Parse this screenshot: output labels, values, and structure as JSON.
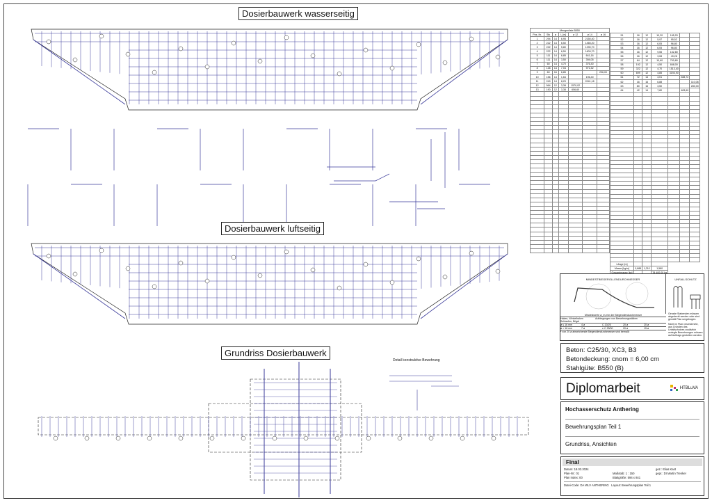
{
  "titles": {
    "view1": "Dosierbauwerk wasserseitig",
    "view2": "Dosierbauwerk luftseitig",
    "view3": "Grundriss Dosierbauwerk",
    "detail": "Detail konstruktive Bewehrung"
  },
  "schedule": {
    "title": "Mengenliste B550",
    "headers": [
      "Pos. Nr.",
      "Stk",
      "ø",
      "L [m]",
      "ø 12",
      "ø 14",
      "ø 16"
    ],
    "rows": [
      [
        "1",
        "294",
        "14",
        "6,95",
        "",
        "2150,40",
        ""
      ],
      [
        "2",
        "222",
        "14",
        "6,50",
        "",
        "1465,20",
        ""
      ],
      [
        "3",
        "222",
        "14",
        "5,80",
        "",
        "1290,70",
        ""
      ],
      [
        "4",
        "222",
        "14",
        "6,50",
        "",
        "1609,70",
        ""
      ],
      [
        "5",
        "111",
        "14",
        "6,85",
        "",
        "641,16",
        ""
      ],
      [
        "6",
        "111",
        "14",
        "3,50",
        "",
        "394,05",
        ""
      ],
      [
        "7",
        "60",
        "14",
        "4,70",
        "",
        "376,40",
        ""
      ],
      [
        "8",
        "138",
        "14",
        "7,04",
        "",
        "971,52",
        ""
      ],
      [
        "9",
        "60",
        "16",
        "6,85",
        "",
        "",
        "296,00"
      ],
      [
        "10",
        "156",
        "14",
        "1,64",
        "",
        "196,40",
        ""
      ],
      [
        "11",
        "249",
        "14",
        "8,29",
        "",
        "2041,18",
        ""
      ],
      [
        "12",
        "564",
        "12",
        "3,38",
        "1570,02",
        "",
        ""
      ],
      [
        "13",
        "190",
        "12",
        "3,38",
        "656,60",
        "",
        ""
      ]
    ],
    "rows2": [
      [
        "51",
        "16",
        "12",
        "10,20",
        "165,20",
        "",
        ""
      ],
      [
        "52",
        "16",
        "12",
        "5,97",
        "95,52",
        "",
        ""
      ],
      [
        "53",
        "16",
        "12",
        "6,05",
        "96,80",
        "",
        ""
      ],
      [
        "54",
        "16",
        "12",
        "6,05",
        "96,80",
        "",
        ""
      ],
      [
        "55",
        "16",
        "12",
        "9,55",
        "152,80",
        "",
        ""
      ],
      [
        "56",
        "16",
        "12",
        "3,08",
        "49,28",
        "",
        ""
      ],
      [
        "57",
        "64",
        "12",
        "10,60",
        "700,80",
        "",
        ""
      ],
      [
        "58",
        "192",
        "12",
        "4,50",
        "848,00",
        "",
        ""
      ],
      [
        "59",
        "322",
        "12",
        "4,70",
        "1513,40",
        "",
        ""
      ],
      [
        "60",
        "699",
        "12",
        "4,85",
        "3194,90",
        "",
        ""
      ],
      [
        "61",
        "72",
        "14",
        "4,01",
        "",
        "288,72",
        ""
      ],
      [
        "62",
        "16",
        "16",
        "6,88",
        "",
        "",
        "110,08"
      ],
      [
        "63",
        "80",
        "16",
        "3,50",
        "",
        "",
        "280,00"
      ],
      [
        "64",
        "42",
        "14",
        "7,80",
        "",
        "483,60",
        ""
      ]
    ],
    "totals": [
      [
        "Länge [m]",
        "",
        "",
        ""
      ],
      [
        "Masse [kg/m]",
        "0,888",
        "1,210",
        "1,580"
      ],
      [
        "Gesamtmasse [kg]",
        "",
        "",
        "78 400,00 kg"
      ]
    ]
  },
  "notes": {
    "heading_left": "MINDESTBIEGEROLLENDURCHMESSER",
    "heading_right": "UNFALLSCHUTZ",
    "table_caption": "Mindestwerte ø_m,min der Biegerollendurchmesser",
    "col1": "Haken, Winkelhaken Schlaufen, Bügel",
    "col2": "Aufbiegungen von Bewehrungsstäben",
    "rows": [
      [
        "ø ≤ 16 mm",
        "4 ø",
        "C 20/25",
        "20 ø",
        "20 ø"
      ],
      [
        "ø > 16 mm",
        "7 ø",
        "≥ C 25/30",
        "20 ø",
        "15 ø"
      ]
    ],
    "footnote": "* von 20 ø abweichende Biegerollendurchmesser sind bemaßt",
    "right_text1": "Gerade Stabenden müssen abgedeckt werden oder sind gemäß Plan umgebogen.",
    "right_text2": "Nicht im Plan verzeichnete, aus Gründen des Unfallschutzes zusätzlich verlegte Bewehrungen müssen auf Auftrags gestoßen werden."
  },
  "materials": {
    "beton": "Beton: C25/30, XC3, B3",
    "deckung": "Betondeckung: cnom = 6,00 cm",
    "stahl": "Stahlgüte: B550 (B)"
  },
  "titleblock": {
    "heading": "Diplomarbeit",
    "logo": "HTBLuVA",
    "project": "Hochasserschutz Anthering",
    "plan": "Bewehrungsplan Teil 1",
    "subtitle": "Grundriss, Ansichten",
    "status": "Final",
    "datum_label": "Datum:",
    "datum": "18.03.2024",
    "plannr_label": "Plan-Nr.:",
    "plannr": "01",
    "index_label": "Plan Index:",
    "index": "00",
    "massstab_label": "Maßstab:",
    "massstab": "1 : 150",
    "format_label": "Blattgröße:",
    "format": "594 x 841",
    "gez_label": "gez.:",
    "gez": "Elias Kast",
    "gepr_label": "gepr.:",
    "gepr": "DI Martin Trenker",
    "code_label": "Datei-Code:",
    "code": "DA WLV ANTHERING",
    "layout": "Layout: Bewehrungsplan Teil 1"
  },
  "colors": {
    "rebar": "#3a3a9a",
    "line": "#222"
  }
}
